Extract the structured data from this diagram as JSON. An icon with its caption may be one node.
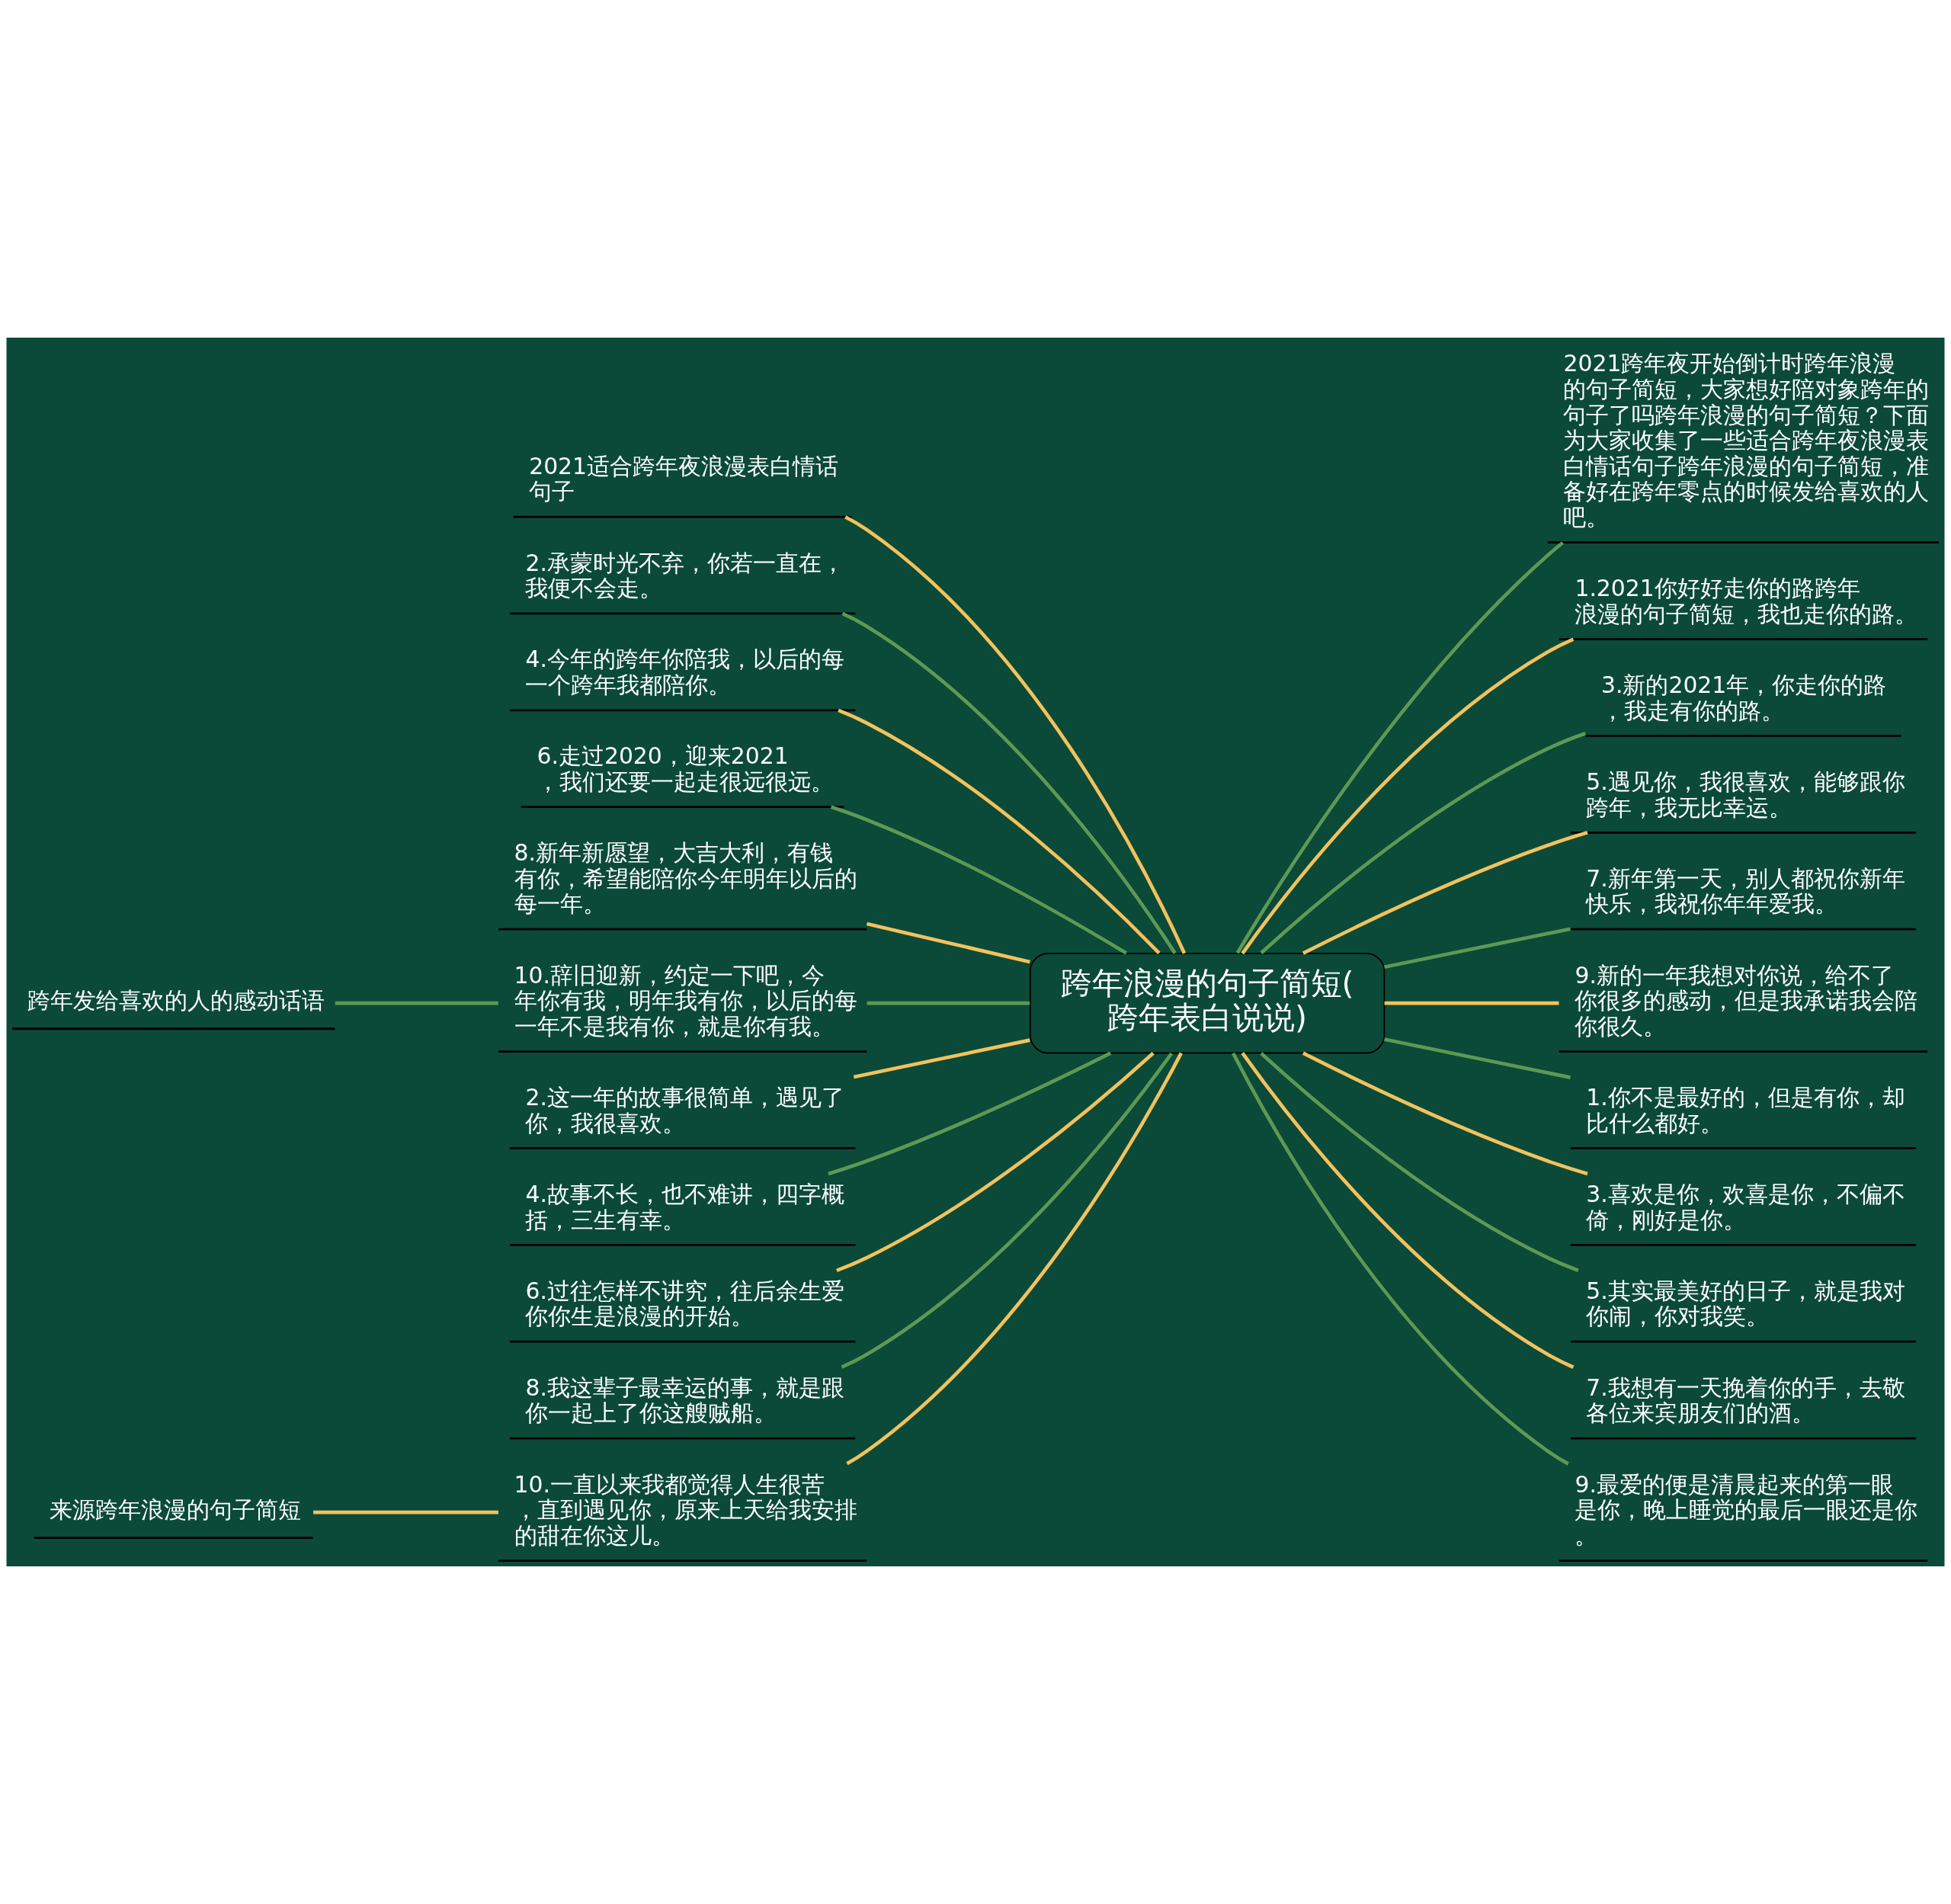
{
  "diagram": {
    "nodes": [
      {
        "text": [
          "跨年浪漫的句子简短(跨年表白说说)"
        ]
      },
      {
        "text": [
          "2021适合跨年夜浪漫表白情话句子"
        ]
      },
      {
        "text": [
          "2.承蒙时光不弃，你若一直在，我便不会走。"
        ]
      },
      {
        "text": [
          "4.今年的跨年你陪我，以后的每一个跨年我都陪你。"
        ]
      },
      {
        "text": [
          "6.走过2020，迎来2021，我们还要一起走很远很远。"
        ]
      },
      {
        "text": [
          "8.新年新愿望，大吉大利，有钱有你，希望能陪你今年明年以后的每一年。"
        ]
      },
      {
        "text": [
          "10.辞旧迎新，约定一下吧，今年你有我，明年我有你，以后的每一年不是我有你，就是你有我。"
        ]
      },
      {
        "text": [
          "2.这一年的故事很简单，遇见了你，我很喜欢。"
        ]
      },
      {
        "text": [
          "4.故事不长，也不难讲，四字概括，三生有幸。"
        ]
      },
      {
        "text": [
          "6.过往怎样不讲究，往后余生爱你你生是浪漫的开始。"
        ]
      },
      {
        "text": [
          "8.我这辈子最幸运的事，就是跟你一起上了你这艘贼船。"
        ]
      },
      {
        "text": [
          "10.一直以来我都觉得人生很苦，直到遇见你，原来上天给我安排的甜在你这儿。"
        ]
      },
      {
        "text": [
          "跨年发给喜欢的人的感动话语"
        ]
      },
      {
        "text": [
          "来源跨年浪漫的句子简短"
        ]
      },
      {
        "text": [
          "2021跨年夜开始倒计时跨年浪漫的句子简短，大家想好陪对象跨年的句子了吗跨年浪漫的句子简短？下面为大家收集了一些适合跨年夜浪漫表白情话句子跨年浪漫的句子简短，准备好在跨年零点的时候发给喜欢的人吧。"
        ]
      },
      {
        "text": [
          "1.2021你好好走你的路跨年浪漫的句子简短，我也走你的路。"
        ]
      },
      {
        "text": [
          "3.新的2021年，你走你的路，我走有你的路。"
        ]
      },
      {
        "text": [
          "5.遇见你，我很喜欢，能够跟你跨年，我无比幸运。"
        ]
      },
      {
        "text": [
          "7.新年第一天，别人都祝你新年快乐，我祝你年年爱我。"
        ]
      },
      {
        "text": [
          "9.新的一年我想对你说，给不了你很多的感动，但是我承诺我会陪你很久。"
        ]
      },
      {
        "text": [
          "1.你不是最好的，但是有你，却比什么都好。"
        ]
      },
      {
        "text": [
          "3.喜欢是你，欢喜是你，不偏不倚，刚好是你。"
        ]
      },
      {
        "text": [
          "5.其实最美好的日子，就是我对你闹，你对我笑。"
        ]
      },
      {
        "text": [
          "7.我想有一天挽着你的手，去敬各位来宾朋友们的酒。"
        ]
      },
      {
        "text": [
          "9.最爱的便是清晨起来的第一眼是你，晚上睡觉的最后一眼还是你。"
        ]
      }
    ],
    "edges": [
      {
        "from": 0,
        "to": 1,
        "arrow": "none",
        "color": "#f2c25e"
      },
      {
        "from": 0,
        "to": 2,
        "arrow": "none",
        "color": "#5c9a55"
      },
      {
        "from": 0,
        "to": 3,
        "arrow": "none",
        "color": "#f2c25e"
      },
      {
        "from": 0,
        "to": 4,
        "arrow": "none",
        "color": "#5c9a55"
      },
      {
        "from": 0,
        "to": 5,
        "arrow": "none",
        "color": "#f2c25e"
      },
      {
        "from": 0,
        "to": 6,
        "arrow": "none",
        "color": "#5c9a55"
      },
      {
        "from": 0,
        "to": 7,
        "arrow": "none",
        "color": "#f2c25e"
      },
      {
        "from": 0,
        "to": 8,
        "arrow": "none",
        "color": "#5c9a55"
      },
      {
        "from": 0,
        "to": 9,
        "arrow": "none",
        "color": "#f2c25e"
      },
      {
        "from": 0,
        "to": 10,
        "arrow": "none",
        "color": "#5c9a55"
      },
      {
        "from": 0,
        "to": 11,
        "arrow": "none",
        "color": "#f2c25e"
      },
      {
        "from": 6,
        "to": 12,
        "arrow": "none",
        "color": "#5c9a55"
      },
      {
        "from": 11,
        "to": 13,
        "arrow": "none",
        "color": "#f2c25e"
      },
      {
        "from": 0,
        "to": 14,
        "arrow": "none",
        "color": "#5c9a55"
      },
      {
        "from": 0,
        "to": 15,
        "arrow": "none",
        "color": "#f2c25e"
      },
      {
        "from": 0,
        "to": 16,
        "arrow": "none",
        "color": "#5c9a55"
      },
      {
        "from": 0,
        "to": 17,
        "arrow": "none",
        "color": "#f2c25e"
      },
      {
        "from": 0,
        "to": 18,
        "arrow": "none",
        "color": "#5c9a55"
      },
      {
        "from": 0,
        "to": 19,
        "arrow": "none",
        "color": "#f2c25e"
      },
      {
        "from": 0,
        "to": 20,
        "arrow": "none",
        "color": "#5c9a55"
      },
      {
        "from": 0,
        "to": 21,
        "arrow": "none",
        "color": "#f2c25e"
      },
      {
        "from": 0,
        "to": 22,
        "arrow": "none",
        "color": "#5c9a55"
      },
      {
        "from": 0,
        "to": 23,
        "arrow": "none",
        "color": "#f2c25e"
      },
      {
        "from": 0,
        "to": 24,
        "arrow": "none",
        "color": "#5c9a55"
      }
    ]
  }
}
